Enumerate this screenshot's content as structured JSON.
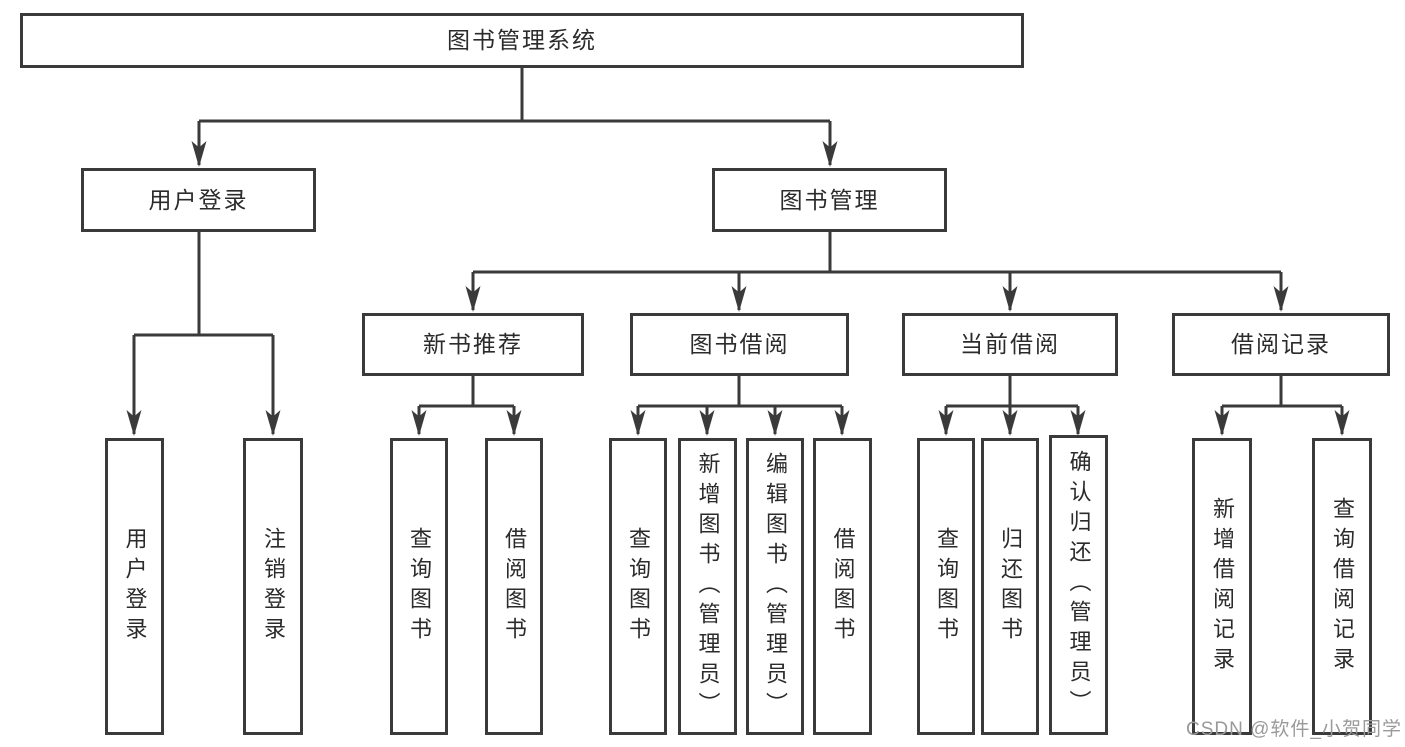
{
  "diagram_title": "图书管理系统",
  "tree": {
    "label": "图书管理系统",
    "children": [
      {
        "label": "用户登录",
        "children": [
          {
            "label": "用户登录"
          },
          {
            "label": "注销登录"
          }
        ]
      },
      {
        "label": "图书管理",
        "children": [
          {
            "label": "新书推荐",
            "children": [
              {
                "label": "查询图书"
              },
              {
                "label": "借阅图书"
              }
            ]
          },
          {
            "label": "图书借阅",
            "children": [
              {
                "label": "查询图书"
              },
              {
                "label": "新增图书（管理员）"
              },
              {
                "label": "编辑图书（管理员）"
              },
              {
                "label": "借阅图书"
              }
            ]
          },
          {
            "label": "当前借阅",
            "children": [
              {
                "label": "查询图书"
              },
              {
                "label": "归还图书"
              },
              {
                "label": "确认归还（管理员）"
              }
            ]
          },
          {
            "label": "借阅记录",
            "children": [
              {
                "label": "新增借阅记录"
              },
              {
                "label": "查询借阅记录"
              }
            ]
          }
        ]
      }
    ]
  },
  "watermark": {
    "text": "CSDN @软件_小贺同学"
  },
  "colors": {
    "background": "#ffffff",
    "box_border": "#3a3a3a",
    "connector": "#3a3a3a",
    "text": "#2b2b2b",
    "watermark_text": "#9a9a9a"
  }
}
